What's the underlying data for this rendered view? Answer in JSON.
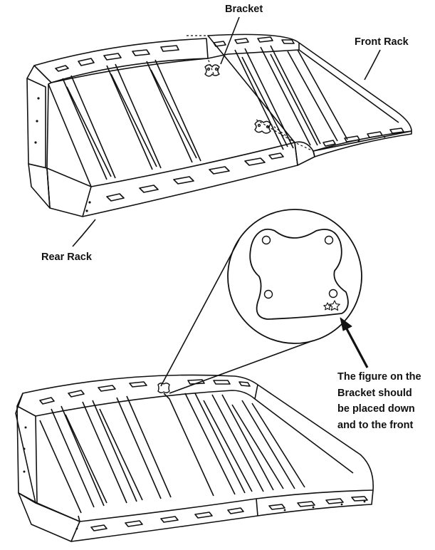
{
  "labels": {
    "bracket": "Bracket",
    "front_rack": "Front Rack",
    "rear_rack": "Rear Rack"
  },
  "note": {
    "lines": [
      "The figure on the",
      "Bracket should",
      "be placed down",
      "and to the front"
    ]
  },
  "style": {
    "ink": "#111111",
    "paper": "#ffffff"
  },
  "icons": {
    "bracket_mark": "star-pair-icon"
  }
}
